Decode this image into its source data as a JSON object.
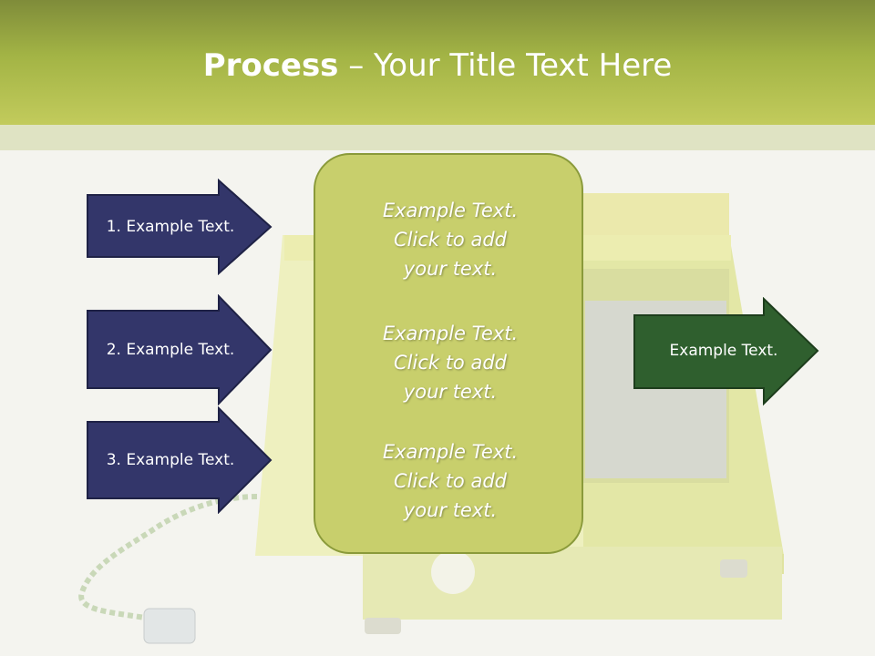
{
  "title": {
    "bold": "Process",
    "rest": " – Your Title Text Here"
  },
  "left_arrows": [
    {
      "label": "1. Example Text."
    },
    {
      "label": "2. Example Text."
    },
    {
      "label": "3. Example Text."
    }
  ],
  "center_box": {
    "blocks": [
      {
        "line1": "Example Text.",
        "line2": "Click  to add",
        "line3": "your text."
      },
      {
        "line1": "Example Text.",
        "line2": "Click  to add",
        "line3": "your text."
      },
      {
        "line1": "Example Text.",
        "line2": "Click  to add",
        "line3": "your text."
      }
    ]
  },
  "right_arrow": {
    "label": "Example Text."
  },
  "colors": {
    "header": "#a3b445",
    "left_arrow": "#33366a",
    "right_arrow": "#2f5f2e",
    "center_box": "#c8cf6c"
  }
}
